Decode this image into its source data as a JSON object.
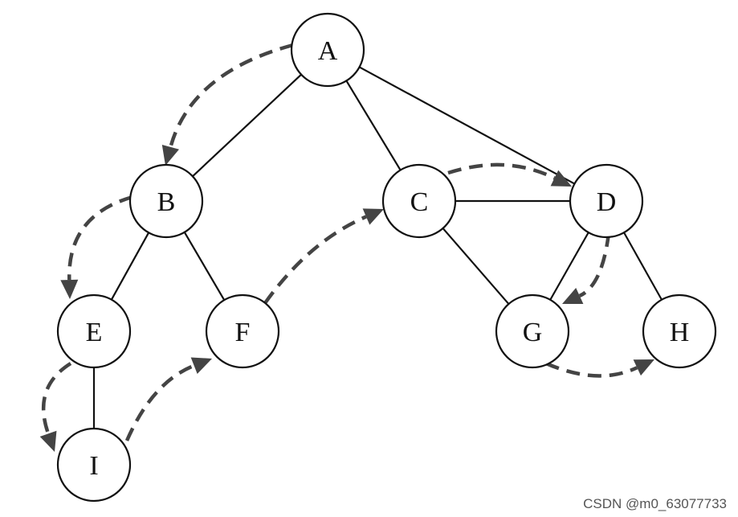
{
  "nodes": [
    {
      "id": "A",
      "label": "A"
    },
    {
      "id": "B",
      "label": "B"
    },
    {
      "id": "C",
      "label": "C"
    },
    {
      "id": "D",
      "label": "D"
    },
    {
      "id": "E",
      "label": "E"
    },
    {
      "id": "F",
      "label": "F"
    },
    {
      "id": "G",
      "label": "G"
    },
    {
      "id": "H",
      "label": "H"
    },
    {
      "id": "I",
      "label": "I"
    }
  ],
  "edges": [
    [
      "A",
      "B"
    ],
    [
      "A",
      "C"
    ],
    [
      "A",
      "D"
    ],
    [
      "B",
      "E"
    ],
    [
      "B",
      "F"
    ],
    [
      "C",
      "D"
    ],
    [
      "C",
      "G"
    ],
    [
      "D",
      "G"
    ],
    [
      "D",
      "H"
    ],
    [
      "E",
      "I"
    ]
  ],
  "traversal": [
    [
      "A",
      "B"
    ],
    [
      "B",
      "E"
    ],
    [
      "E",
      "I"
    ],
    [
      "I",
      "F"
    ],
    [
      "F",
      "C"
    ],
    [
      "C",
      "D"
    ],
    [
      "D",
      "G"
    ],
    [
      "G",
      "H"
    ]
  ],
  "colors": {
    "edge": "#111111",
    "traversal_arrow": "#444444"
  },
  "watermark": "CSDN @m0_63077733"
}
